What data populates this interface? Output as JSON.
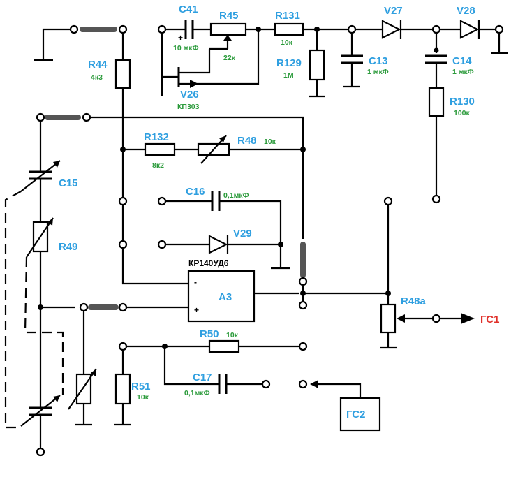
{
  "labels": {
    "C41": "C41",
    "C41_val": "10 мкФ",
    "R45": "R45",
    "R45_val": "22к",
    "R131": "R131",
    "R131_val": "10к",
    "V27": "V27",
    "V28": "V28",
    "R44": "R44",
    "R44_val": "4к3",
    "R129": "R129",
    "R129_val": "1М",
    "C13": "C13",
    "C13_val": "1 мкФ",
    "C14": "C14",
    "C14_val": "1 мкФ",
    "V26": "V26",
    "V26_val": "КП303",
    "R130": "R130",
    "R130_val": "100к",
    "R132": "R132",
    "R132_val": "8к2",
    "R48": "R48",
    "R48_val": "10к",
    "C15": "C15",
    "C16": "C16",
    "C16_val": "0,1мкФ",
    "R49": "R49",
    "V29": "V29",
    "KR": "КР140УД6",
    "A3": "A3",
    "minus": "-",
    "plus": "+",
    "R48a": "R48a",
    "GS1": "ГС1",
    "R50": "R50",
    "R50_val": "10к",
    "R51": "R51",
    "R51_val": "10к",
    "C17": "C17",
    "C17_val": "0,1мкФ",
    "GS2": "ГС2",
    "cap_plus": "+"
  }
}
